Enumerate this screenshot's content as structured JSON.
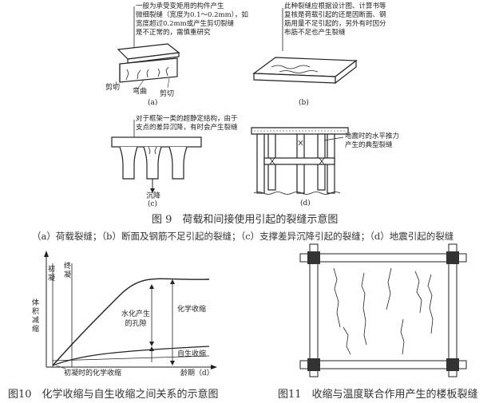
{
  "fig9": {
    "a": {
      "note": "一般为承受变矩用的构件产生\n微细裂缝（宽度为0.1～0.2mm），如\n宽度超过0.2mm或产生剪切裂缝\n是不正常的，需慎重研究",
      "shear_left": "剪切",
      "bend": "弯曲",
      "shear_right": "剪切",
      "tag": "(a)"
    },
    "b": {
      "note": "此种裂缝应根据设计图、计算书等\n复核是荷载引起的还是因断面、钢\n筋用量不足引起的，另外有时因分\n布筋不足也产生裂缝",
      "tag": "(b)"
    },
    "c": {
      "note": "对于框架一类的超静定结构，由于\n支点的差异沉降，有时会产生裂缝",
      "settle": "沉降",
      "tag": "(c)"
    },
    "d": {
      "note": "地震时的水平推力\n产生的典型裂缝",
      "tag": "(d)"
    },
    "caption": "图 9　荷载和间接使用引起的裂缝示意图",
    "subcaption": "（a）荷载裂缝；（b）断面及钢筋不足引起的裂缝；（c）支撑差异沉降引起的裂缝；（d）地震引起的裂缝"
  },
  "fig10": {
    "initial_set": "初凝",
    "final_set": "终凝",
    "ylabel": "体积减缩",
    "pores": "水化产生的孔隙",
    "chem": "化学收缩",
    "auto": "自生收缩",
    "init_chem": "初凝时的化学收缩",
    "xlabel": "龄期（d）",
    "caption": "图10　化学收缩与自生收缩之间关系的示意图"
  },
  "fig11": {
    "caption": "图11　收缩与温度联合作用产生的楼板裂缝"
  }
}
